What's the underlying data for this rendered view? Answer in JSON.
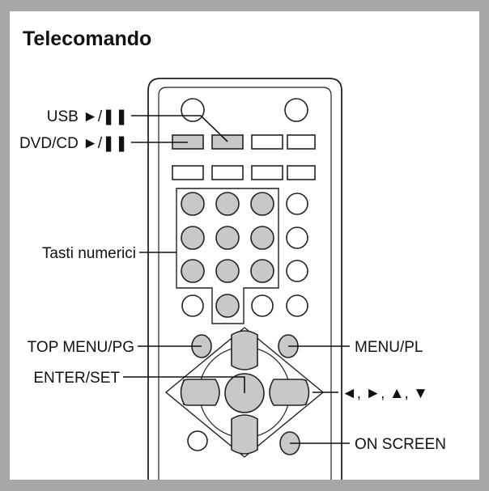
{
  "title": "Telecomando",
  "labels": {
    "usb": "USB ►/❚❚",
    "dvdcd": "DVD/CD ►/❚❚",
    "numeric_keys": "Tasti numerici",
    "top_menu": "TOP MENU/PG",
    "enter_set": "ENTER/SET",
    "menu_pl": "MENU/PL",
    "arrows": "◄, ►, ▲, ▼",
    "on_screen": "ON SCREEN"
  },
  "colors": {
    "frame": "#a7a7a7",
    "highlight": "#c8c8c8",
    "outline": "#222222"
  }
}
